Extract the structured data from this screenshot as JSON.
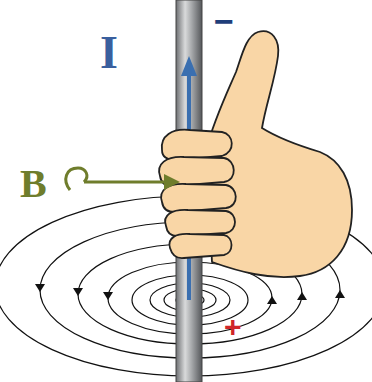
{
  "diagram": {
    "labels": [
      "−",
      "I",
      "B",
      "+"
    ]
  }
}
